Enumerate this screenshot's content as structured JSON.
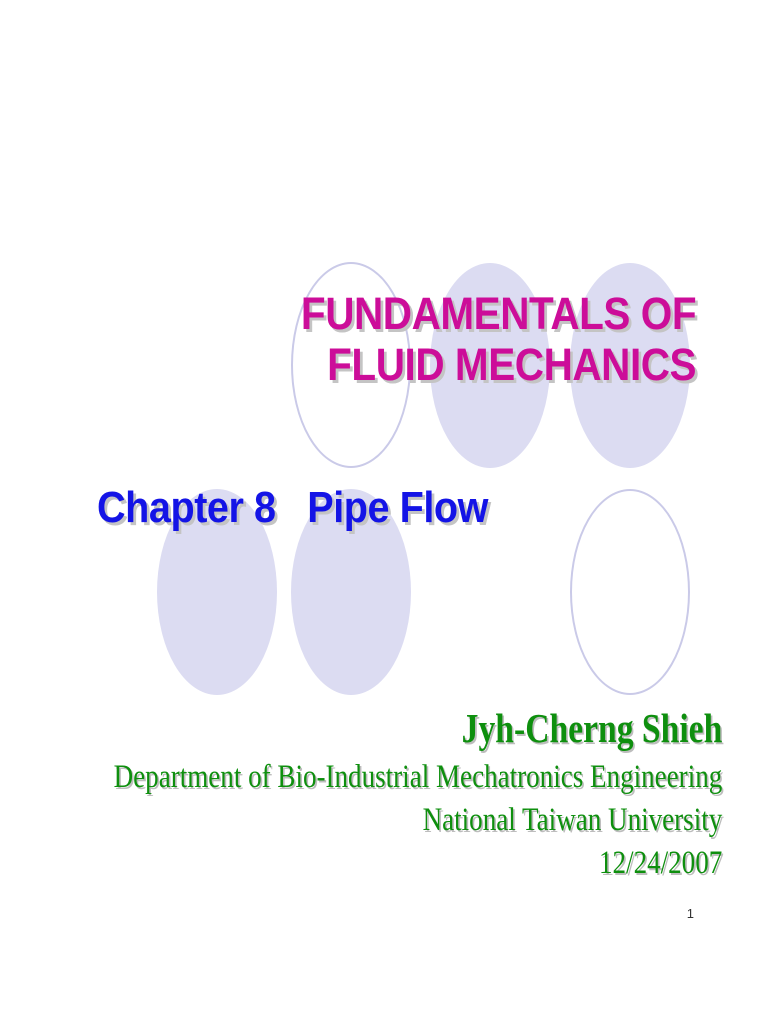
{
  "slide": {
    "title_line1": "FUNDAMENTALS OF",
    "title_line2": "FLUID MECHANICS",
    "chapter": "Chapter 8   Pipe Flow",
    "author": "Jyh-Cherng Shieh",
    "department": "Department of Bio-Industrial Mechatronics Engineering",
    "university": "National Taiwan University",
    "date": "12/24/2007",
    "page_number": "1"
  },
  "colors": {
    "title": "#cc0d99",
    "chapter": "#1414e6",
    "author": "#0e8f0e",
    "circle_fill": "#dcdcf2",
    "circle_outline": "#cacae8"
  }
}
